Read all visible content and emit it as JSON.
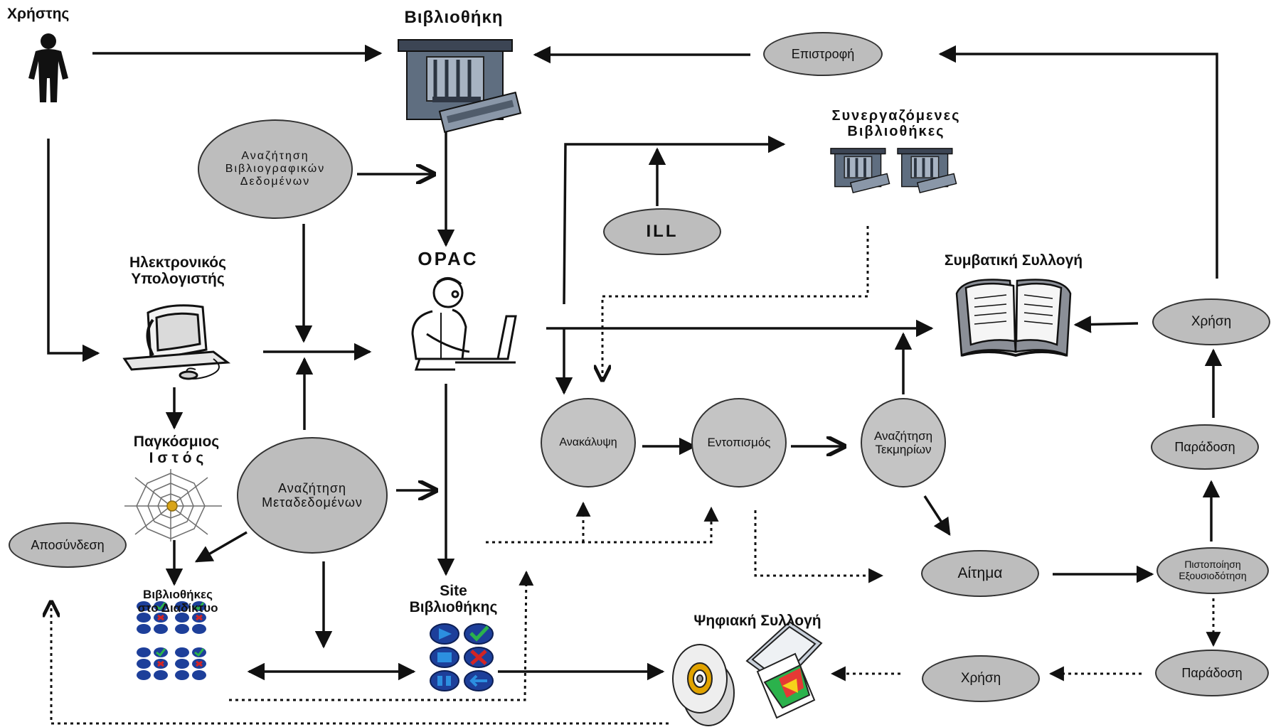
{
  "labels": {
    "user": "Χρήστης",
    "library": "Βιβλιοθήκη",
    "partner_libraries": "Συνεργαζόμενες\nΒιβλιοθήκες",
    "opac": "OPAC",
    "computer": "Ηλεκτρονικός\nΥπολογιστής",
    "conventional_collection": "Συμβατική Συλλογή",
    "www": "Παγκόσμιος\nΙ σ τ ό ς",
    "web_libraries": "Βιβλιοθήκες\nστο Διαδίκτυο",
    "library_site": "Site\nΒιβλιοθήκης",
    "digital_collection": "Ψηφιακή Συλλογή"
  },
  "nodes": {
    "return": "Επιστροφή",
    "bib_search": "Αναζήτηση\nΒιβλιογραφικών\nΔεδομένων",
    "ill": "ILL",
    "use_top": "Χρήση",
    "metadata_search": "Αναζήτηση\nΜεταδεδομένων",
    "discovery": "Ανακάλυψη",
    "location": "Εντοπισμός",
    "item_search": "Αναζήτηση\nΤεκμηρίων",
    "delivery_mid": "Παράδοση",
    "disconnect": "Αποσύνδεση",
    "request": "Αίτημα",
    "auth": "Πιστοποίηση\nΕξουσιοδότηση",
    "use_bottom": "Χρήση",
    "delivery_bottom": "Παράδοση"
  },
  "icons": [
    "person-icon",
    "library-building-icon",
    "partner-library-icon",
    "computer-icon",
    "opac-user-icon",
    "open-book-icon",
    "spider-web-icon",
    "web-libraries-buttons-icon",
    "site-buttons-icon",
    "cd-disc-icon",
    "scanner-icon"
  ],
  "colors": {
    "node_fill": "#bdbdbd",
    "line": "#111111",
    "icon_blue": "#1d3f9a",
    "icon_green": "#2bb24c",
    "icon_red": "#d32424",
    "web_gold": "#d8a418"
  }
}
